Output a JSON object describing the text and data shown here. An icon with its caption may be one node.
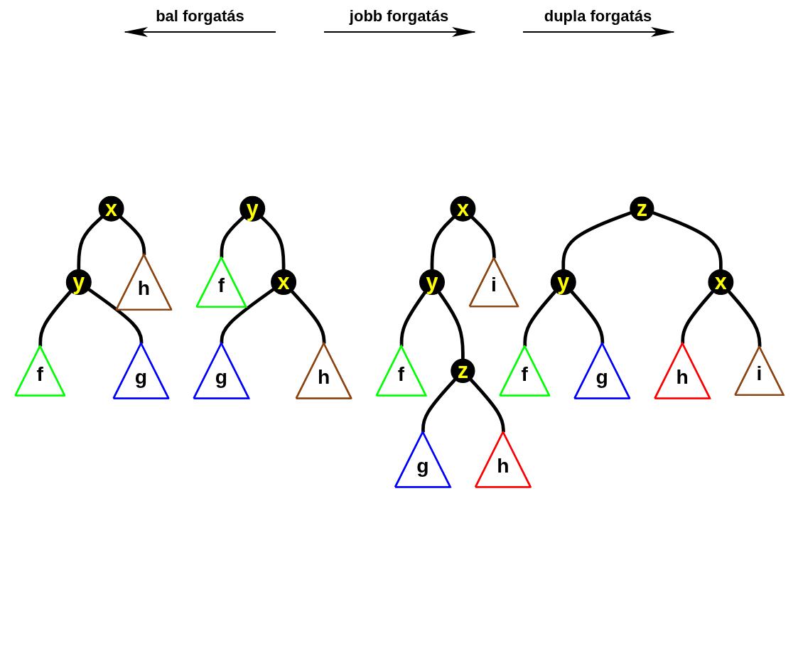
{
  "diagram": {
    "nodes": [
      {
        "text": [
          "x"
        ]
      },
      {
        "text": [
          "y"
        ]
      },
      {
        "text": [
          "h"
        ]
      },
      {
        "text": [
          "f"
        ]
      },
      {
        "text": [
          "g"
        ]
      },
      {
        "text": [
          "y"
        ]
      },
      {
        "text": [
          "f"
        ]
      },
      {
        "text": [
          "x"
        ]
      },
      {
        "text": [
          "g"
        ]
      },
      {
        "text": [
          "h"
        ]
      },
      {
        "text": [
          "x"
        ]
      },
      {
        "text": [
          "y"
        ]
      },
      {
        "text": [
          "i"
        ]
      },
      {
        "text": [
          "f"
        ]
      },
      {
        "text": [
          "z"
        ]
      },
      {
        "text": [
          "g"
        ]
      },
      {
        "text": [
          "h"
        ]
      },
      {
        "text": [
          "z"
        ]
      },
      {
        "text": [
          "y"
        ]
      },
      {
        "text": [
          "x"
        ]
      },
      {
        "text": [
          "f"
        ]
      },
      {
        "text": [
          "g"
        ]
      },
      {
        "text": [
          "h"
        ]
      },
      {
        "text": [
          "i"
        ]
      }
    ],
    "edges": [
      {
        "from": 0,
        "to": 1,
        "arrow": "none"
      },
      {
        "from": 0,
        "to": 2,
        "arrow": "none"
      },
      {
        "from": 1,
        "to": 3,
        "arrow": "none"
      },
      {
        "from": 1,
        "to": 4,
        "arrow": "none"
      },
      {
        "from": 5,
        "to": 6,
        "arrow": "none"
      },
      {
        "from": 5,
        "to": 7,
        "arrow": "none"
      },
      {
        "from": 7,
        "to": 8,
        "arrow": "none"
      },
      {
        "from": 7,
        "to": 9,
        "arrow": "none"
      },
      {
        "from": 10,
        "to": 11,
        "arrow": "none"
      },
      {
        "from": 10,
        "to": 12,
        "arrow": "none"
      },
      {
        "from": 11,
        "to": 13,
        "arrow": "none"
      },
      {
        "from": 11,
        "to": 14,
        "arrow": "none"
      },
      {
        "from": 14,
        "to": 15,
        "arrow": "none"
      },
      {
        "from": 14,
        "to": 16,
        "arrow": "none"
      },
      {
        "from": 17,
        "to": 18,
        "arrow": "none"
      },
      {
        "from": 17,
        "to": 19,
        "arrow": "none"
      },
      {
        "from": 18,
        "to": 20,
        "arrow": "none"
      },
      {
        "from": 18,
        "to": 21,
        "arrow": "none"
      },
      {
        "from": 19,
        "to": 22,
        "arrow": "none"
      },
      {
        "from": 19,
        "to": 23,
        "arrow": "none"
      }
    ],
    "labels": [
      "bal forgatás",
      "jobb forgatás",
      "dupla forgatás"
    ]
  }
}
